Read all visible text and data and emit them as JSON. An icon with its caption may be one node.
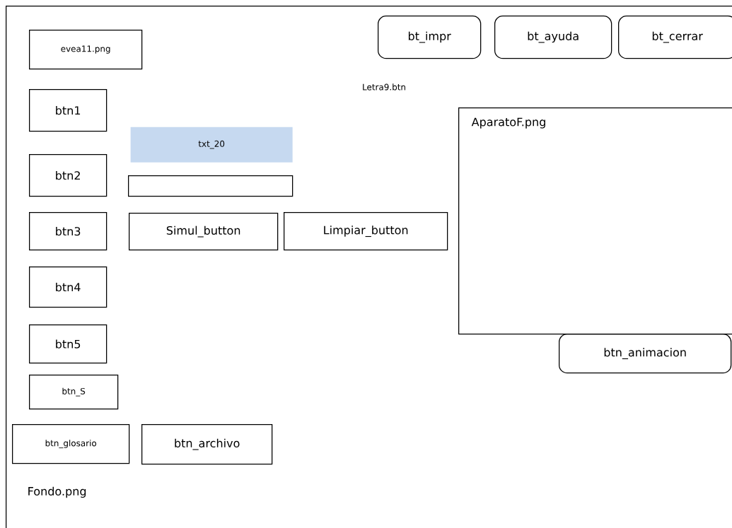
{
  "diagram": {
    "nodes": [
      {
        "text": [
          "Fondo.png"
        ]
      },
      {
        "text": [
          "evea11.png"
        ],
        "in": 0
      },
      {
        "text": [
          "bt_impr"
        ],
        "in": 0
      },
      {
        "text": [
          "bt_ayuda"
        ],
        "in": 0
      },
      {
        "text": [
          "bt_cerrar"
        ],
        "in": 0
      },
      {
        "text": [
          "btn1"
        ],
        "in": 0
      },
      {
        "text": [
          "txt_20"
        ],
        "in": 0
      },
      {
        "text": [
          "AparatoF.png"
        ],
        "in": 0
      },
      {
        "text": [
          "btn2"
        ],
        "in": 0
      },
      {
        "text": [],
        "shape": "box",
        "in": 0
      },
      {
        "text": [
          "btn3"
        ],
        "in": 0
      },
      {
        "text": [
          "Simul_button"
        ],
        "in": 0
      },
      {
        "text": [
          "Limpiar_button"
        ],
        "in": 0
      },
      {
        "text": [
          "btn4"
        ],
        "in": 0
      },
      {
        "text": [
          "btn5"
        ],
        "in": 0
      },
      {
        "text": [
          "btn_animacion"
        ],
        "in": 0
      },
      {
        "text": [
          "btn_S"
        ],
        "in": 0
      },
      {
        "text": [
          "btn_glosario"
        ],
        "in": 0
      },
      {
        "text": [
          "btn_archivo"
        ],
        "in": 0
      }
    ],
    "edges": [],
    "labels": [
      "Letra9.btn"
    ]
  }
}
